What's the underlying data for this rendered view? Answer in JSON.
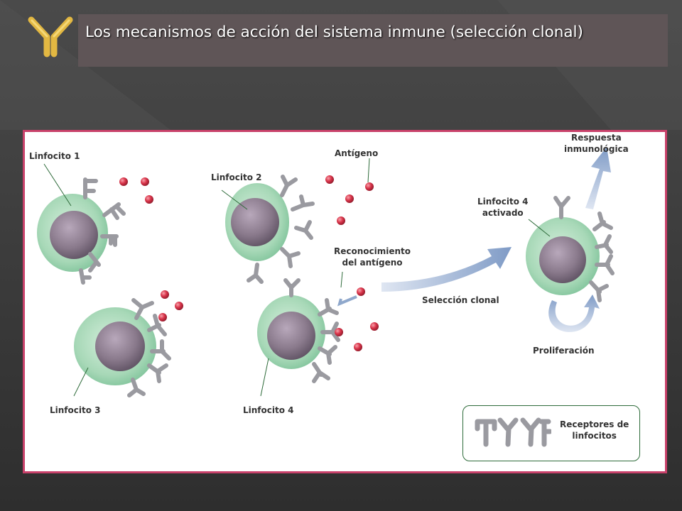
{
  "slide": {
    "title": "Los mecanismos de acción del sistema inmune (selección clonal)"
  },
  "diagram": {
    "labels": {
      "linfocito_1": "Linfocito 1",
      "linfocito_2": "Linfocito 2",
      "linfocito_3": "Linfocito 3",
      "linfocito_4": "Linfocito 4",
      "antigeno": "Antígeno",
      "reconocimiento": "Reconocimiento\ndel antígeno",
      "seleccion_clonal": "Selección clonal",
      "linfocito_4_activado": "Linfocito 4\nactivado",
      "respuesta": "Respuesta\ninmunológica",
      "proliferacion": "Proliferación",
      "legend": "Receptores de\nlinfocitos"
    }
  },
  "colors": {
    "title_bar": "#5f5557",
    "panel_border": "#c8416a",
    "cell_membrane": "#a8d8b9",
    "nucleus": "#8a7a8c",
    "antigen": "#d9344a",
    "receptor": "#9a9aa0",
    "arrow": "#8fa8cc",
    "logo": "#e3b842"
  }
}
